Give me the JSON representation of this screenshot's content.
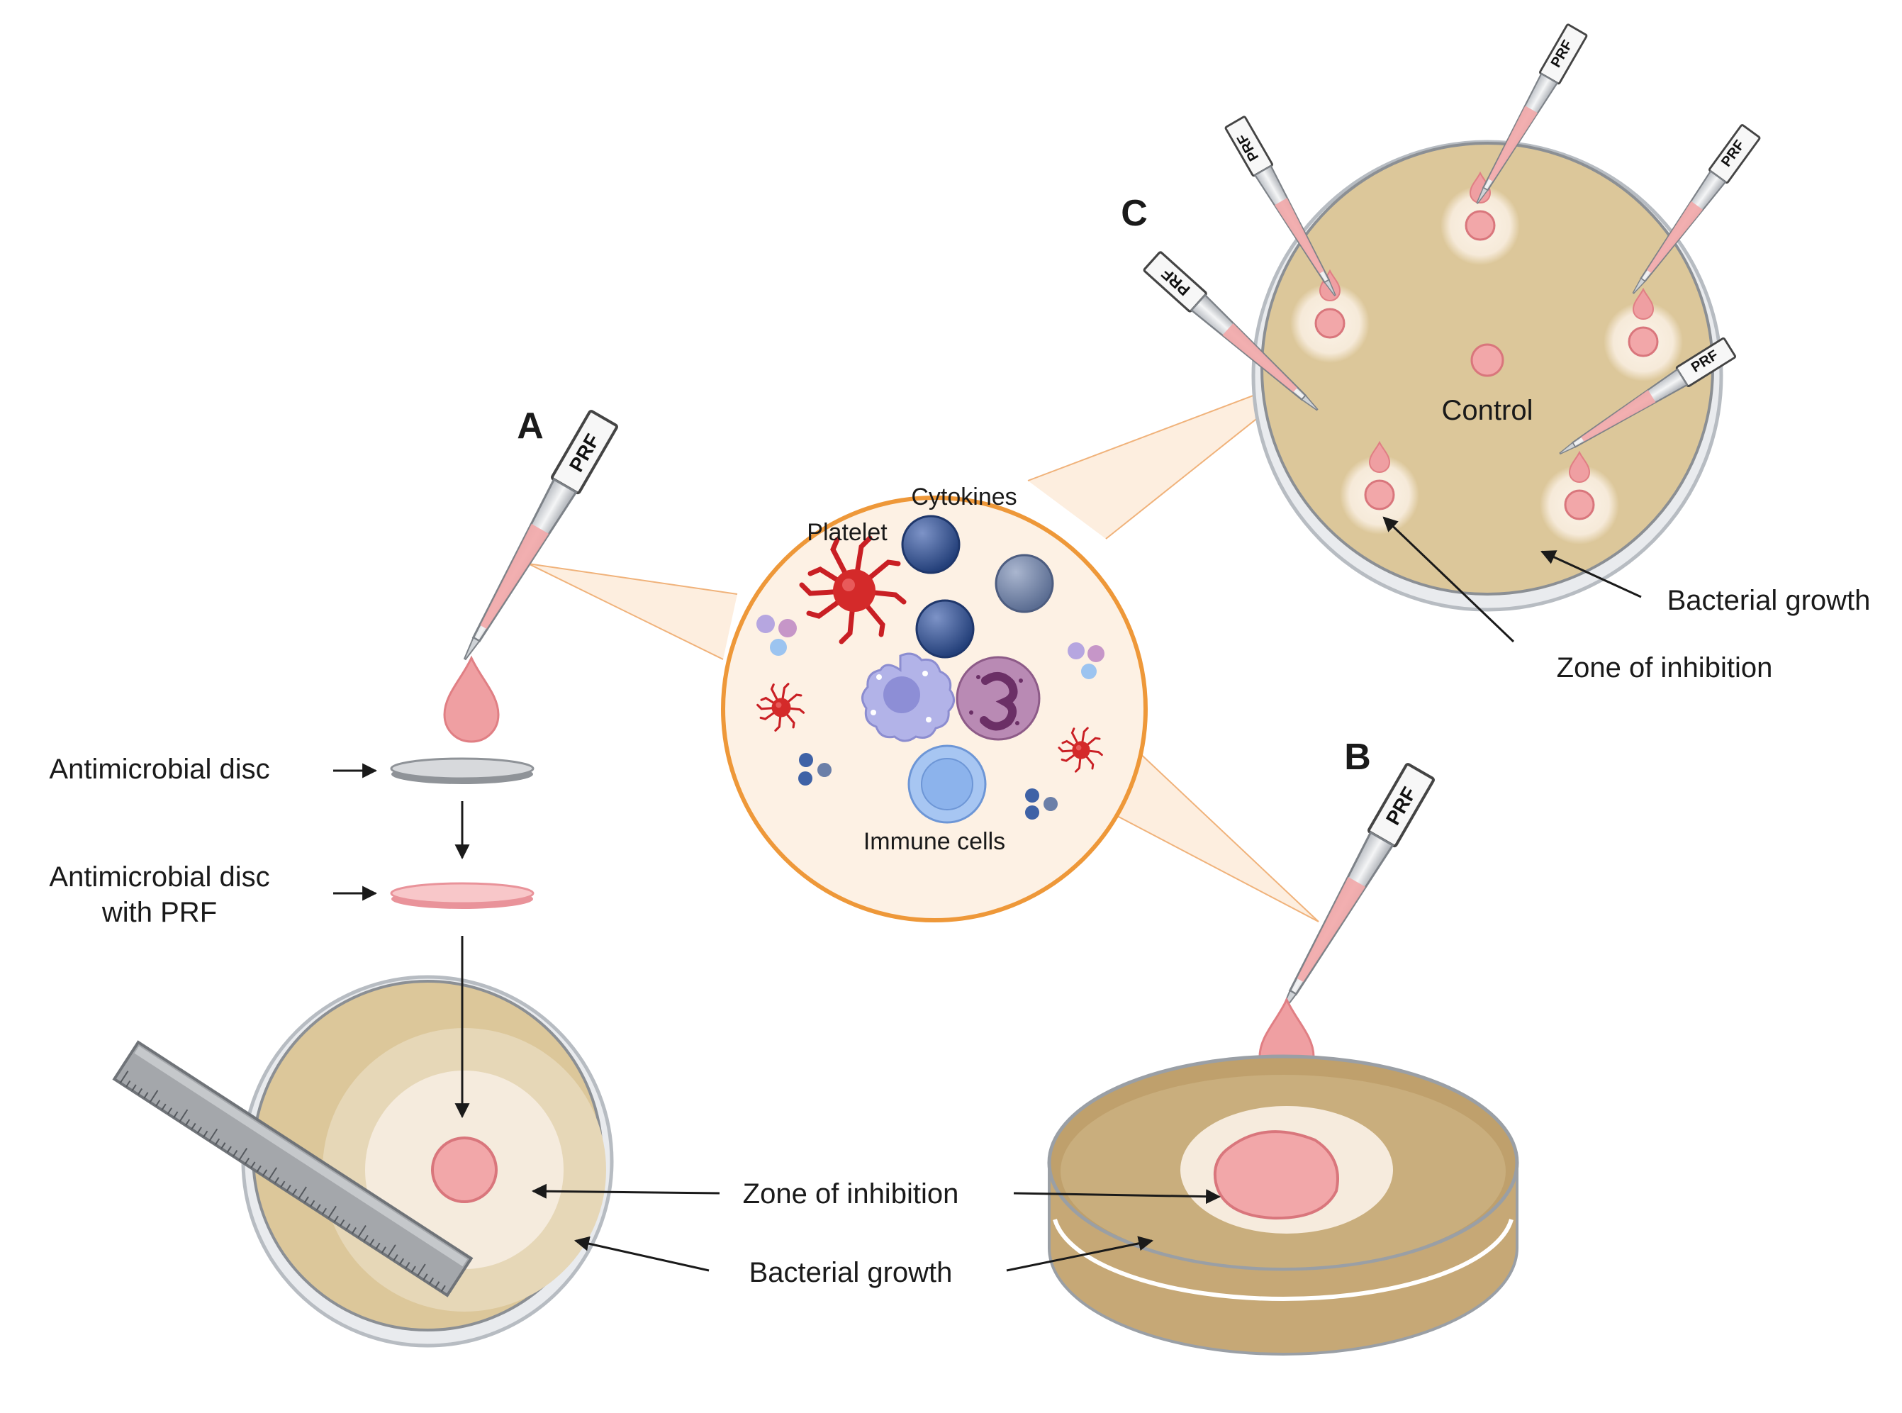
{
  "panels": {
    "a": "A",
    "b": "B",
    "c": "C"
  },
  "pipette_label": "PRF",
  "labels": {
    "antimicrobial_disc": "Antimicrobial disc",
    "antimicrobial_disc_prf_line1": "Antimicrobial disc",
    "antimicrobial_disc_prf_line2": "with PRF",
    "zone_of_inhibition": "Zone of inhibition",
    "bacterial_growth": "Bacterial growth",
    "control": "Control",
    "zone_of_inhibition_c": "Zone of inhibition",
    "bacterial_growth_c": "Bacterial growth"
  },
  "cells": {
    "cytokines": "Cytokines",
    "platelet": "Platelet",
    "immune_cells": "Immune cells"
  },
  "colors": {
    "agar": "#dcc79a",
    "agar_dark": "#c4a775",
    "zone": "#f6ebdd",
    "prf_pink": "#f2a7a9",
    "prf_drop": "#ee9c9f",
    "orange_ring": "#f0a04b",
    "platelet_red": "#d42a2a",
    "cytokine_blue": "#2f4f8f"
  }
}
